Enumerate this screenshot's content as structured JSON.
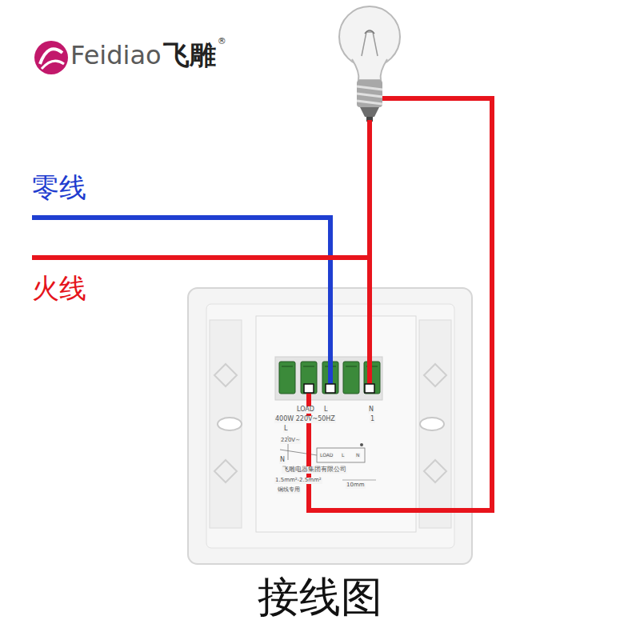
{
  "diagram": {
    "caption": "接线图",
    "labels": [
      "Feidiao",
      "飞雕",
      "®",
      "零线",
      "火线",
      "LOAD",
      "L",
      "N",
      "400W 220V~50HZ",
      "1",
      "L",
      "220V~",
      "N",
      "LOAD",
      "L",
      "N",
      "飞雕电器集团有限公司",
      "1.5mm²-2.5mm²",
      "铜线专用",
      "10mm"
    ]
  }
}
